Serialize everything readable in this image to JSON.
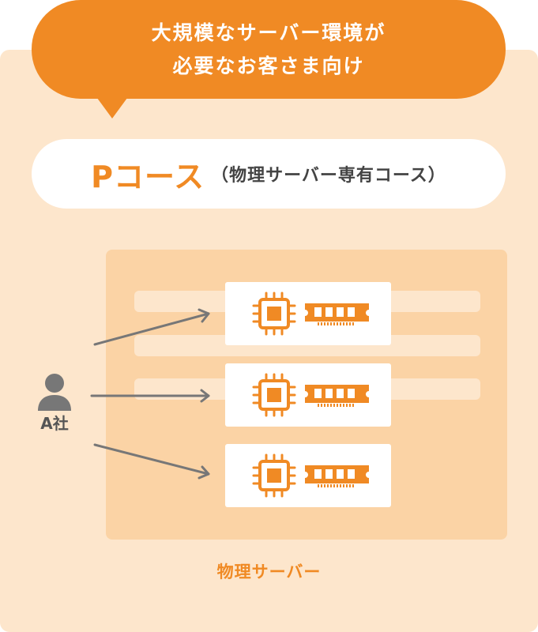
{
  "header": {
    "line1": "大規模なサーバー環境が",
    "line2": "必要なお客さま向け"
  },
  "course": {
    "name": "Pコース",
    "subtitle": "（物理サーバー専有コース）"
  },
  "user": {
    "label": "A社"
  },
  "servers": [
    {
      "icons": [
        "cpu-icon",
        "memory-icon"
      ]
    },
    {
      "icons": [
        "cpu-icon",
        "memory-icon"
      ]
    },
    {
      "icons": [
        "cpu-icon",
        "memory-icon"
      ]
    }
  ],
  "footer": {
    "label": "物理サーバー"
  },
  "colors": {
    "accent": "#f08a24",
    "panel": "#fde6cc",
    "server_area": "#fbd3a5",
    "user_icon": "#777777",
    "arrow": "#777777"
  }
}
